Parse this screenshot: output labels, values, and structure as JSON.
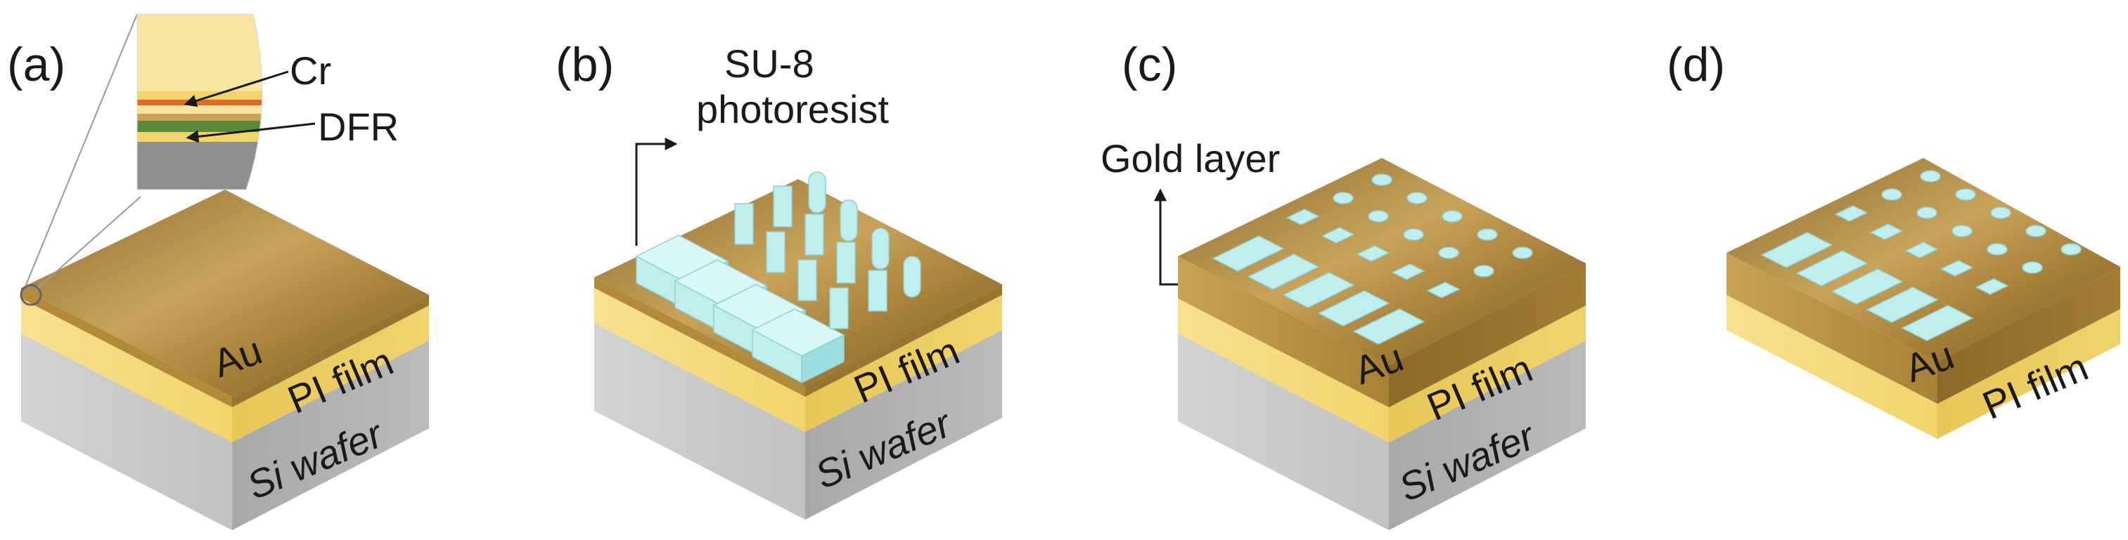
{
  "panels": [
    {
      "label": "(a)",
      "layers": {
        "top": "Au",
        "mid": "PI film",
        "base": "Si wafer"
      },
      "inset": {
        "cr": "Cr",
        "dfr": "DFR"
      }
    },
    {
      "label": "(b)",
      "layers": {
        "mid": "PI film",
        "base": "Si wafer"
      },
      "callout": {
        "line1": "SU-8",
        "line2": "photoresist"
      }
    },
    {
      "label": "(c)",
      "layers": {
        "top": "Au",
        "mid": "PI film",
        "base": "Si wafer"
      },
      "callout": {
        "text": "Gold layer"
      }
    },
    {
      "label": "(d)",
      "layers": {
        "top": "Au",
        "mid": "PI film"
      }
    }
  ],
  "colors": {
    "gold_top": "#b08a3e",
    "gold_side": "#9a7530",
    "pi_film": "#f3d66a",
    "si_wafer": "#bdbdbd",
    "su8": "#bfeeee"
  }
}
